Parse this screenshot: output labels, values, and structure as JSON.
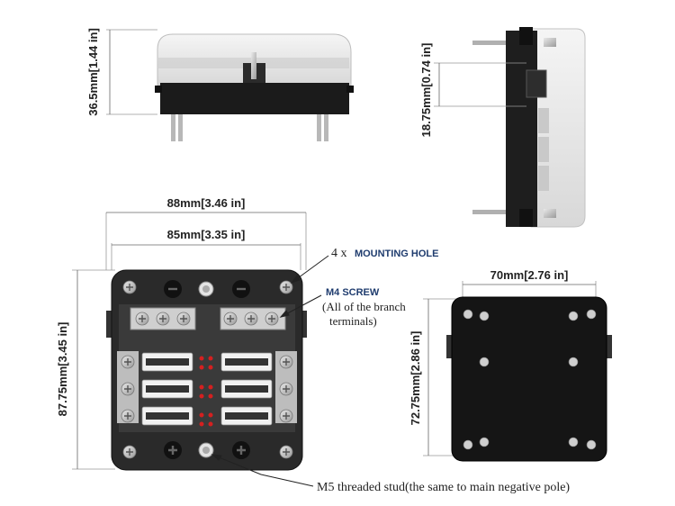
{
  "dimensions": {
    "height_top": "36.5mm[1.44 in]",
    "height_side": "18.75mm[0.74 in]",
    "width_outer": "88mm[3.46 in]",
    "width_inner": "85mm[3.35 in]",
    "height_front": "87.75mm[3.45 in]",
    "width_back": "70mm[2.76 in]",
    "height_back": "72.75mm[2.86 in]"
  },
  "callouts": {
    "mounting_count": "4 x",
    "mounting_label": "MOUNTING HOLE",
    "m4_label": "M4 SCREW",
    "m4_note_line1": "(All of the branch",
    "m4_note_line2": "terminals)",
    "m5_label": "M5 threaded stud(the same to main negative pole)"
  },
  "colors": {
    "body": "#2a2a2a",
    "cover": "#e8e8e8",
    "fuse_indicator": "#d42020",
    "callout_blue": "#1f3c6e"
  }
}
